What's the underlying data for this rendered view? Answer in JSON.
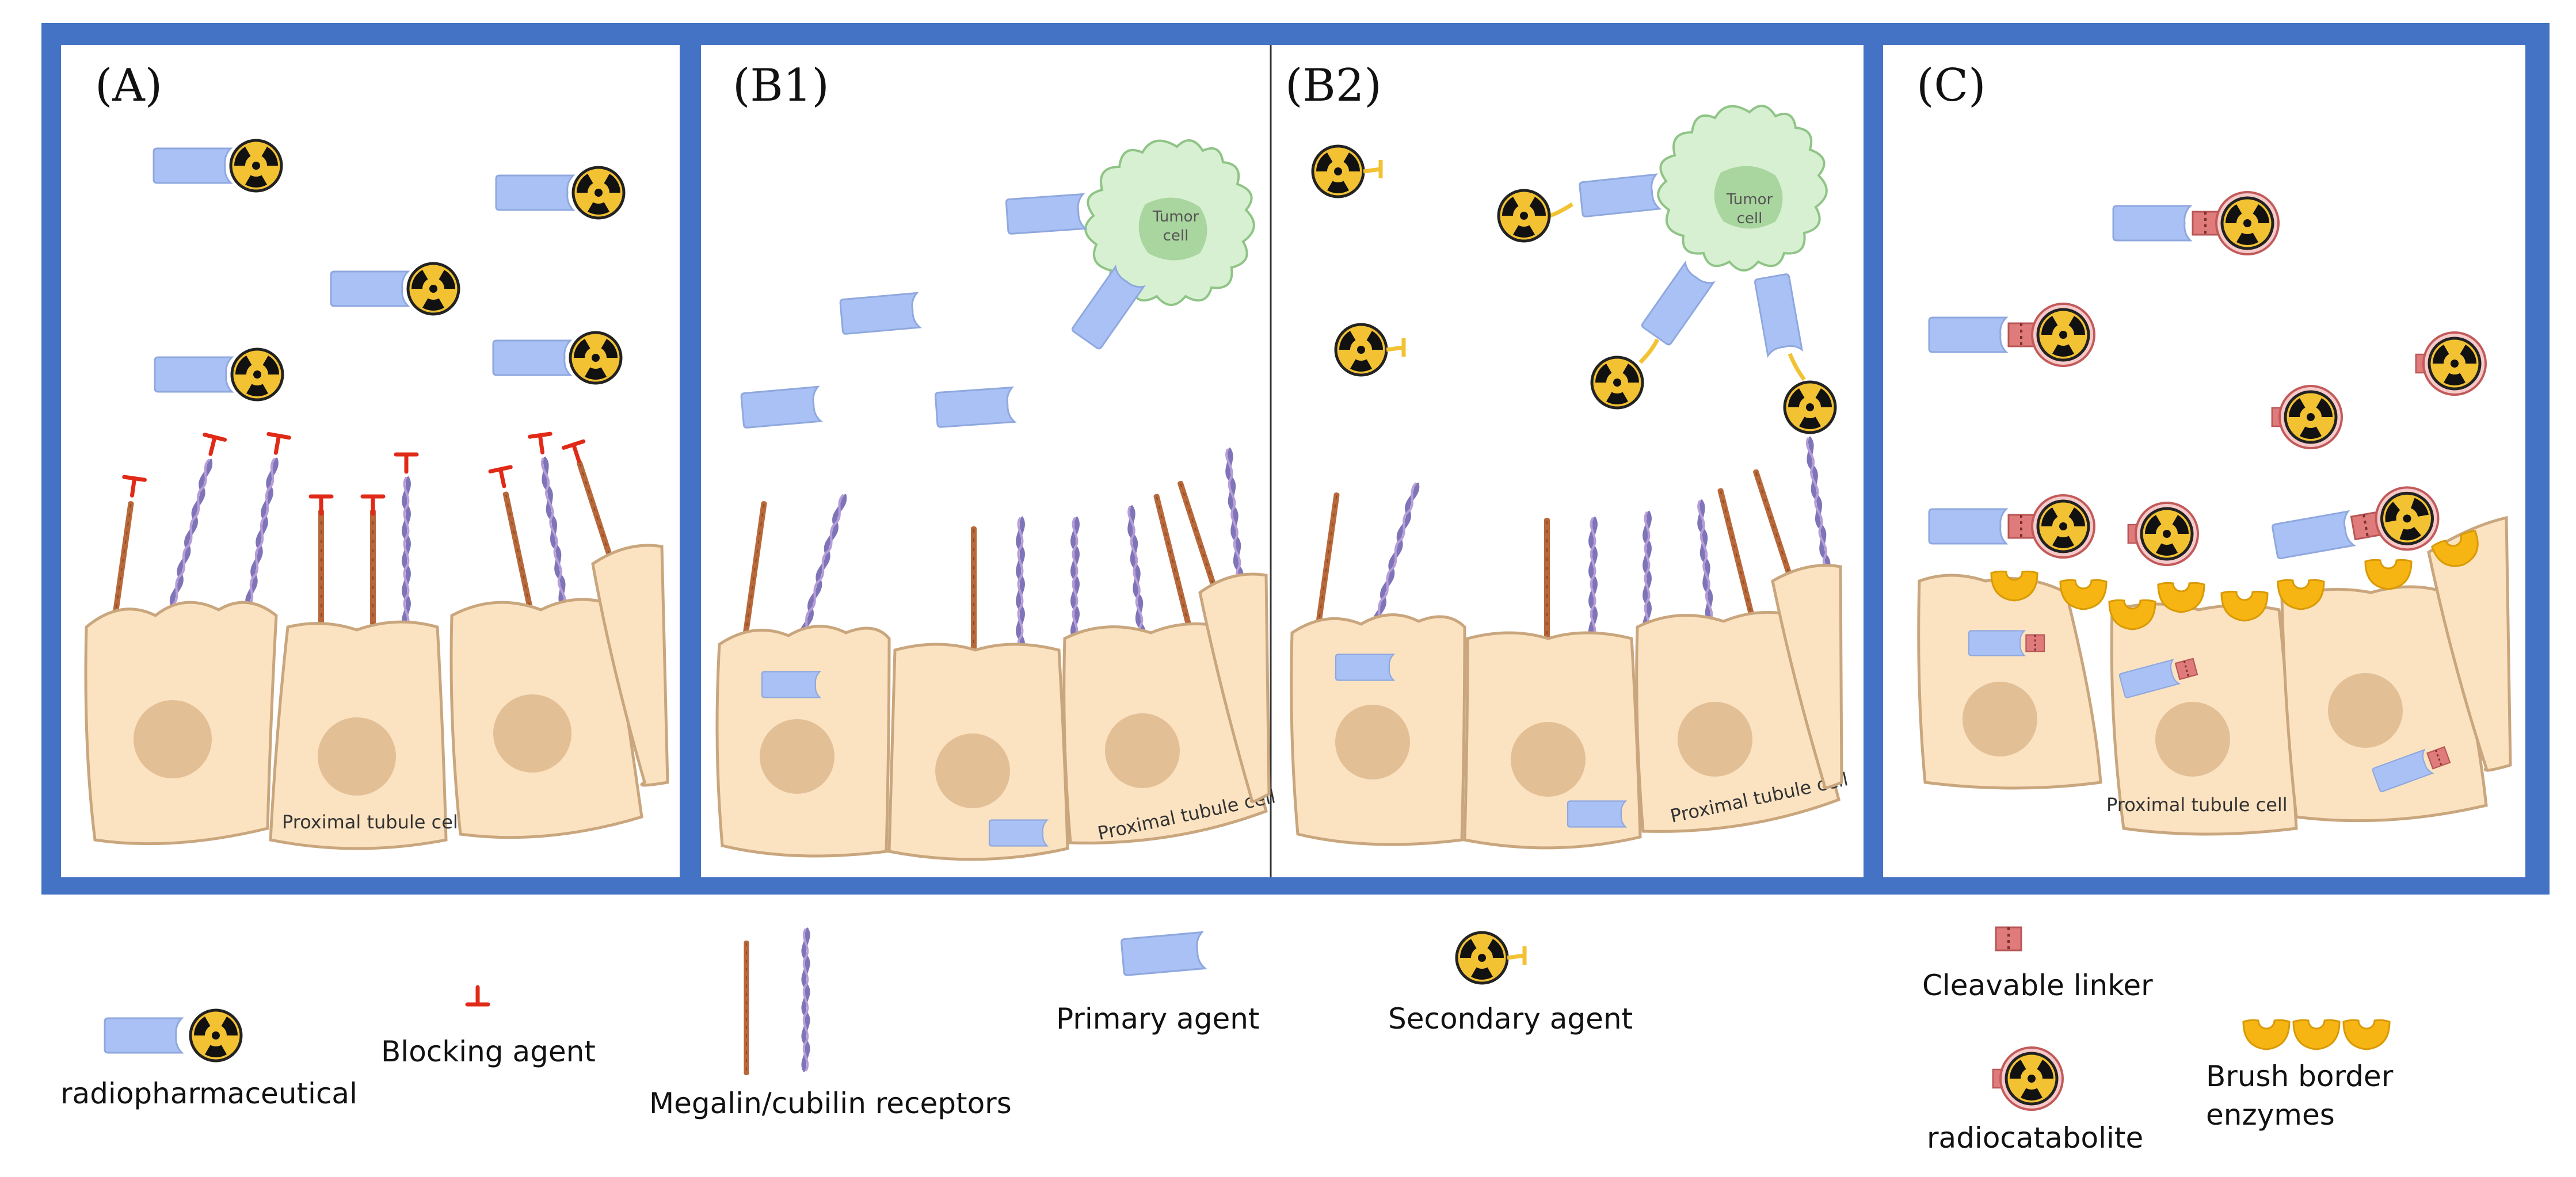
{
  "panels": [
    {
      "id": "A",
      "label": "(A)",
      "cell_caption": "Proximal tubule cell"
    },
    {
      "id": "B1",
      "label": "(B1)",
      "cell_caption": "Proximal tubule cell",
      "tumor_label": "Tumor cell"
    },
    {
      "id": "B2",
      "label": "(B2)",
      "cell_caption": "Proximal tubule cell",
      "tumor_label": "Tumor cell"
    },
    {
      "id": "C",
      "label": "(C)",
      "cell_caption": "Proximal tubule cell"
    }
  ],
  "legend": {
    "radiopharmaceutical": "radiopharmaceutical",
    "blocking_agent": "Blocking agent",
    "receptors": "Megalin/cubilin receptors",
    "primary_agent": "Primary agent",
    "secondary_agent": "Secondary agent",
    "cleavable_linker": "Cleavable linker",
    "radiocatabolite": "radiocatabolite",
    "brush_border_enzymes": [
      "Brush border",
      "enzymes"
    ]
  },
  "colors": {
    "frame": "#4472c4",
    "cell": "#fbe3c2",
    "cell_stroke": "#c9a67d",
    "nucleus": "#e3bf96",
    "agent": "#aac1f5",
    "radiation": "#f2c233",
    "blocker": "#e02a17",
    "megalin": "#b8683a",
    "cubilin": "#7f74b8",
    "linker": "#e07b7b",
    "enzyme": "#f6b512",
    "tumor": "#d7f0d2",
    "tumor_nucleus": "#a9d59e"
  }
}
